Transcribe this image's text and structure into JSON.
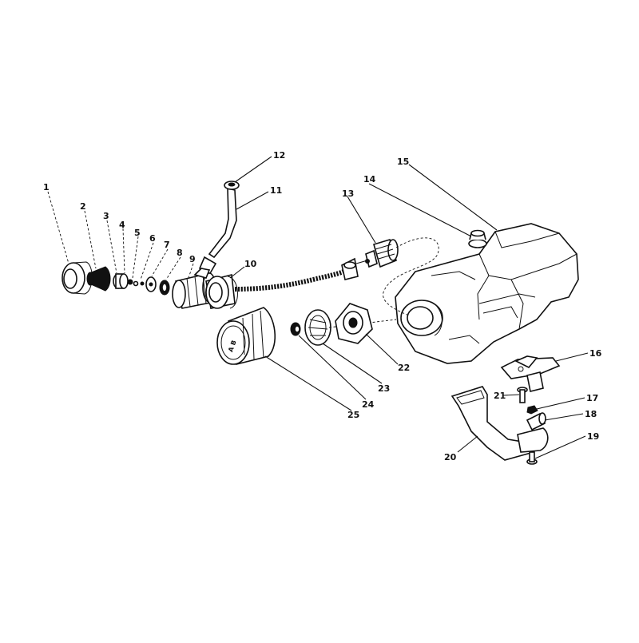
{
  "diagram": {
    "callouts": [
      {
        "id": "1",
        "label": "1"
      },
      {
        "id": "2",
        "label": "2"
      },
      {
        "id": "3",
        "label": "3"
      },
      {
        "id": "4",
        "label": "4"
      },
      {
        "id": "5",
        "label": "5"
      },
      {
        "id": "6",
        "label": "6"
      },
      {
        "id": "7",
        "label": "7"
      },
      {
        "id": "8",
        "label": "8"
      },
      {
        "id": "9",
        "label": "9"
      },
      {
        "id": "10",
        "label": "10"
      },
      {
        "id": "11",
        "label": "11"
      },
      {
        "id": "12",
        "label": "12"
      },
      {
        "id": "13",
        "label": "13"
      },
      {
        "id": "14",
        "label": "14"
      },
      {
        "id": "15",
        "label": "15"
      },
      {
        "id": "16",
        "label": "16"
      },
      {
        "id": "17",
        "label": "17"
      },
      {
        "id": "18",
        "label": "18"
      },
      {
        "id": "19",
        "label": "19"
      },
      {
        "id": "20",
        "label": "20"
      },
      {
        "id": "21",
        "label": "21"
      },
      {
        "id": "22",
        "label": "22"
      },
      {
        "id": "23",
        "label": "23"
      },
      {
        "id": "24",
        "label": "24"
      },
      {
        "id": "25",
        "label": "25"
      }
    ],
    "cap_marking": "A  B"
  }
}
